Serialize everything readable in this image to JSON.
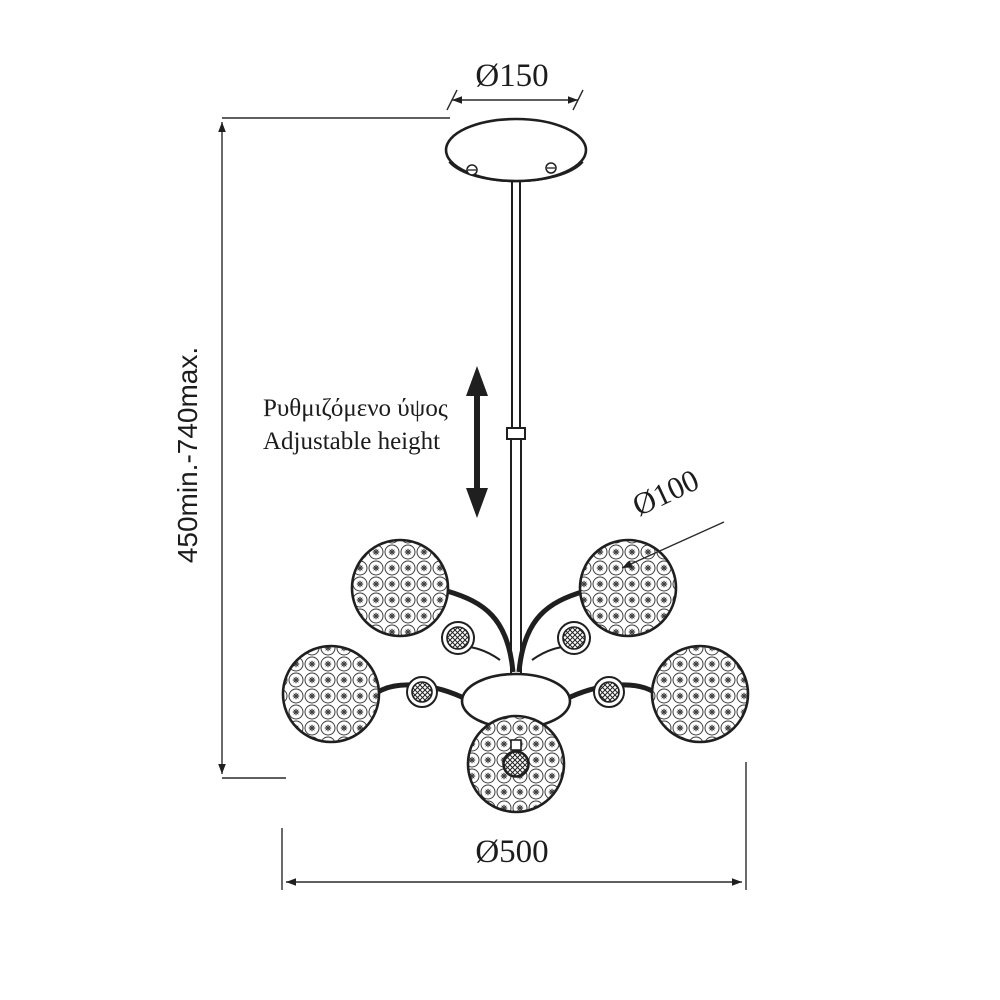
{
  "title": "Chandelier dimension diagram",
  "colors": {
    "line": "#1f1f1f",
    "background": "#ffffff"
  },
  "dimensions": {
    "canopy_diameter": "Ø150",
    "globe_diameter": "Ø100",
    "overall_width": "Ø500",
    "height_range": "450min.-740max."
  },
  "labels": {
    "adjustable_height_gr": "Ρυθμιζόμενο ύψος",
    "adjustable_height_en": "Adjustable height"
  }
}
